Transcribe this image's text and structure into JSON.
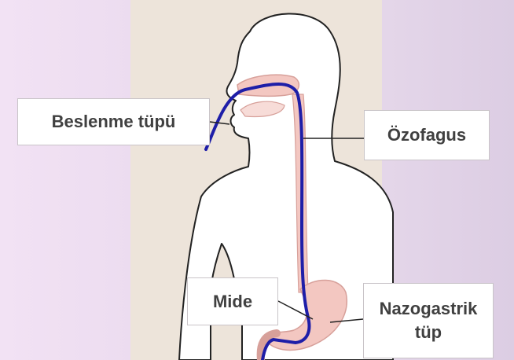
{
  "labels": {
    "feeding_tube": "Beslenme tüpü",
    "esophagus": "Özofagus",
    "stomach": "Mide",
    "nasogastric_line1": "Nazogastrik",
    "nasogastric_line2": "tüp"
  },
  "colors": {
    "background_left": "#f2e2f4",
    "background_right": "#dccde3",
    "panel": "#ede4da",
    "body_fill": "#ffffff",
    "outline": "#222222",
    "tube": "#1e1ea8",
    "organ_pink": "#f3c7c1",
    "label_text": "#404040"
  }
}
